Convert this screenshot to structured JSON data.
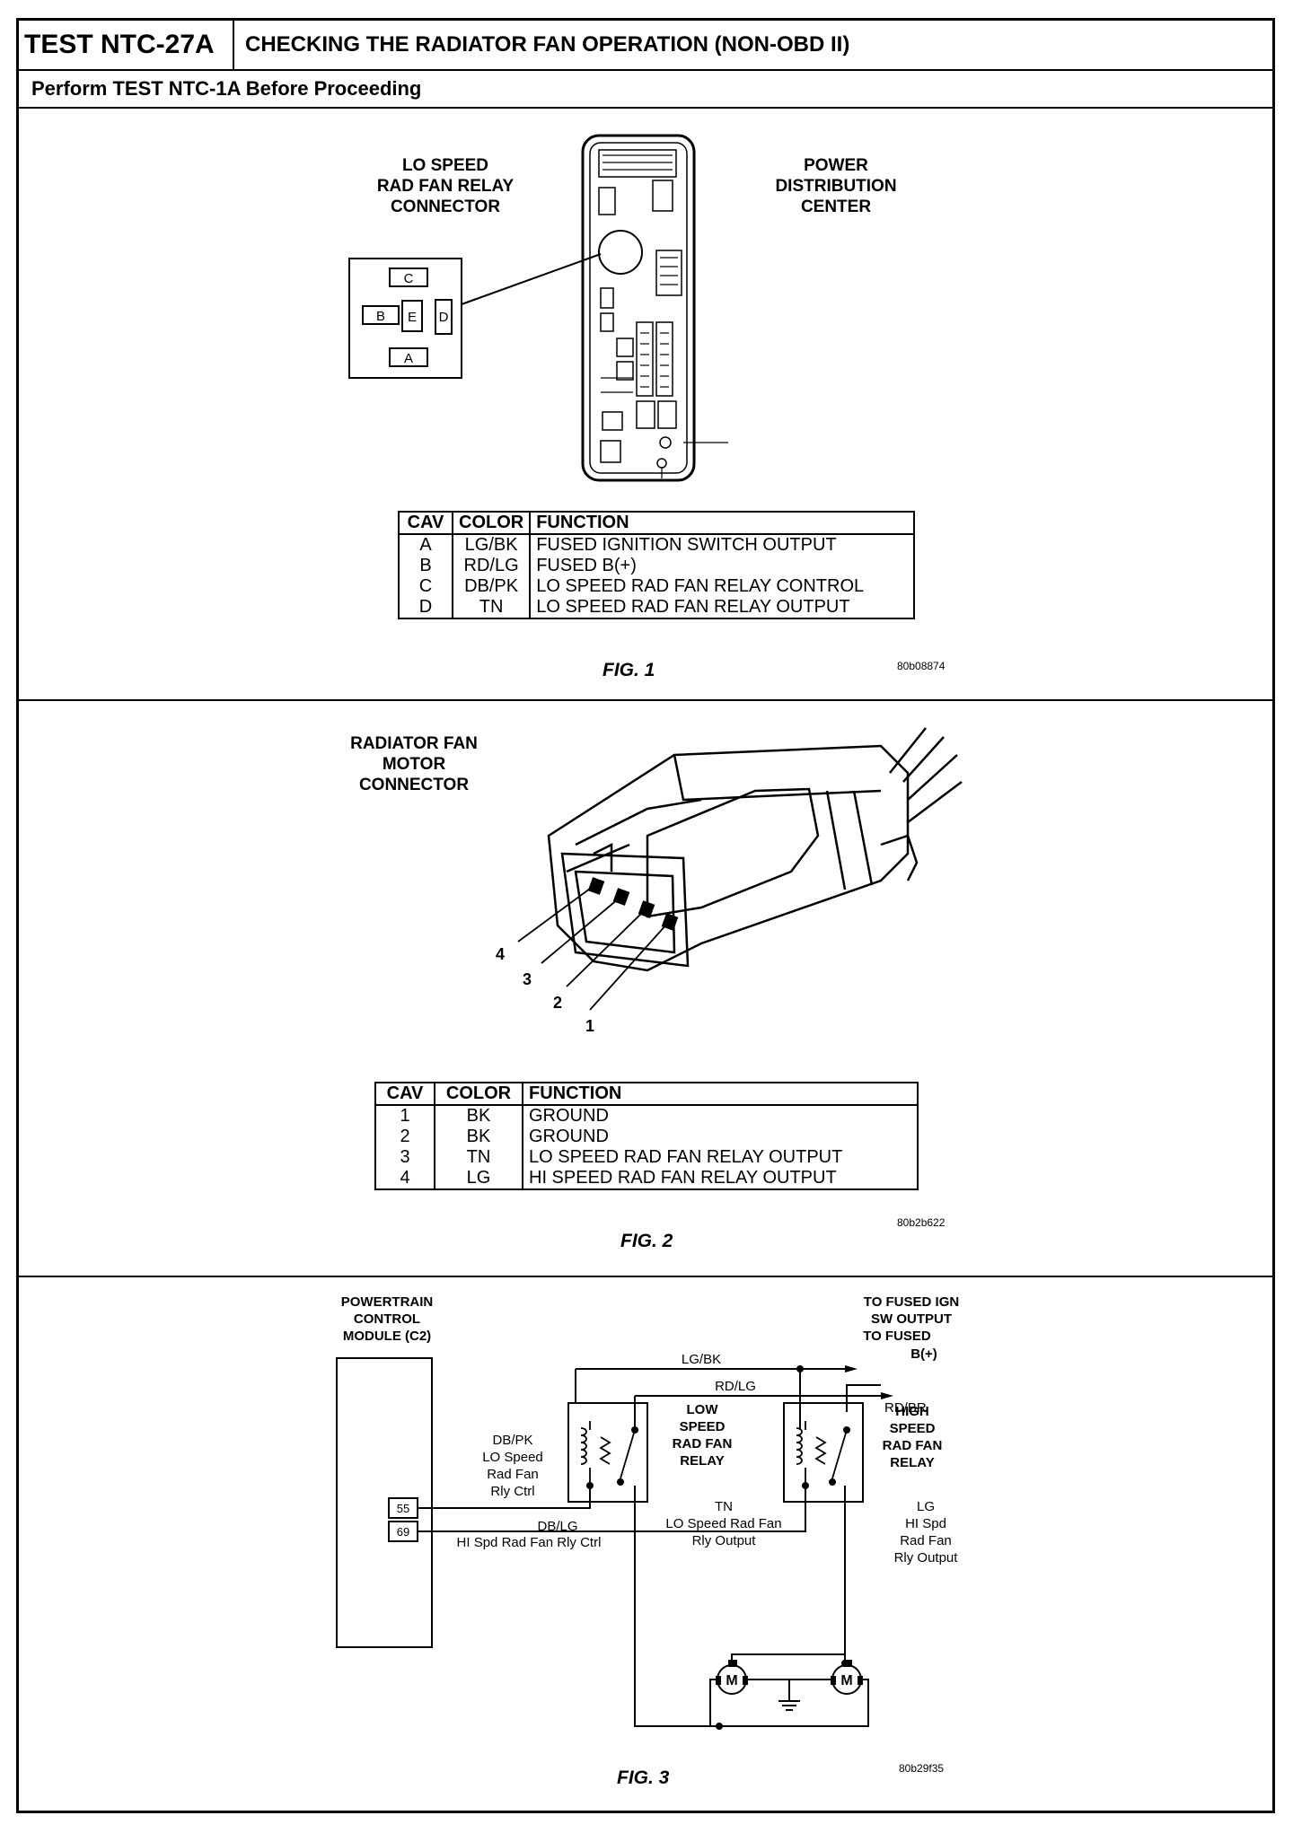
{
  "header": {
    "test_id": "TEST NTC-27A",
    "title": "CHECKING THE RADIATOR FAN OPERATION (NON-OBD II)",
    "prerequisite": "Perform TEST NTC-1A Before Proceeding"
  },
  "fig1": {
    "connector_label": [
      "LO SPEED",
      "RAD FAN RELAY",
      "CONNECTOR"
    ],
    "pdc_label": [
      "POWER",
      "DISTRIBUTION",
      "CENTER"
    ],
    "cavities": [
      "C",
      "B",
      "E",
      "D",
      "A"
    ],
    "table": {
      "headers": [
        "CAV",
        "COLOR",
        "FUNCTION"
      ],
      "rows": [
        {
          "cav": "A",
          "color": "LG/BK",
          "function": "FUSED IGNITION SWITCH OUTPUT"
        },
        {
          "cav": "B",
          "color": "RD/LG",
          "function": "FUSED B(+)"
        },
        {
          "cav": "C",
          "color": "DB/PK",
          "function": "LO SPEED RAD FAN RELAY CONTROL"
        },
        {
          "cav": "D",
          "color": "TN",
          "function": "LO SPEED RAD FAN RELAY OUTPUT"
        }
      ]
    },
    "caption": "FIG. 1",
    "ref": "80b08874"
  },
  "fig2": {
    "connector_label": [
      "RADIATOR FAN",
      "MOTOR",
      "CONNECTOR"
    ],
    "pins": [
      "4",
      "3",
      "2",
      "1"
    ],
    "table": {
      "headers": [
        "CAV",
        "COLOR",
        "FUNCTION"
      ],
      "rows": [
        {
          "cav": "1",
          "color": "BK",
          "function": "GROUND"
        },
        {
          "cav": "2",
          "color": "BK",
          "function": "GROUND"
        },
        {
          "cav": "3",
          "color": "TN",
          "function": "LO SPEED RAD FAN RELAY OUTPUT"
        },
        {
          "cav": "4",
          "color": "LG",
          "function": "HI SPEED RAD FAN RELAY OUTPUT"
        }
      ]
    },
    "caption": "FIG. 2",
    "ref": "80b2b622"
  },
  "fig3": {
    "pcm_label": [
      "POWERTRAIN",
      "CONTROL",
      "MODULE (C2)"
    ],
    "pins": [
      "55",
      "69"
    ],
    "wire_lg_bk": "LG/BK",
    "wire_rd_lg": "RD/LG",
    "to_fused_ign": [
      "TO FUSED IGN",
      "SW OUTPUT"
    ],
    "to_fused_b": [
      "TO FUSED",
      "B(+)"
    ],
    "wire_rd_br": "RD/BR",
    "low_relay": [
      "LOW",
      "SPEED",
      "RAD FAN",
      "RELAY"
    ],
    "high_relay": [
      "HIGH",
      "SPEED",
      "RAD FAN",
      "RELAY"
    ],
    "db_pk": [
      "DB/PK",
      "LO Speed",
      "Rad Fan",
      "Rly Ctrl"
    ],
    "db_lg": "DB/LG",
    "hi_spd_ctrl": "HI Spd Rad Fan Rly Ctrl",
    "tn": [
      "TN",
      "LO Speed Rad Fan",
      "Rly Output"
    ],
    "lg": [
      "LG",
      "HI Spd",
      "Rad Fan",
      "Rly Output"
    ],
    "motor_symbol": "M",
    "caption": "FIG. 3",
    "ref": "80b29f35"
  }
}
